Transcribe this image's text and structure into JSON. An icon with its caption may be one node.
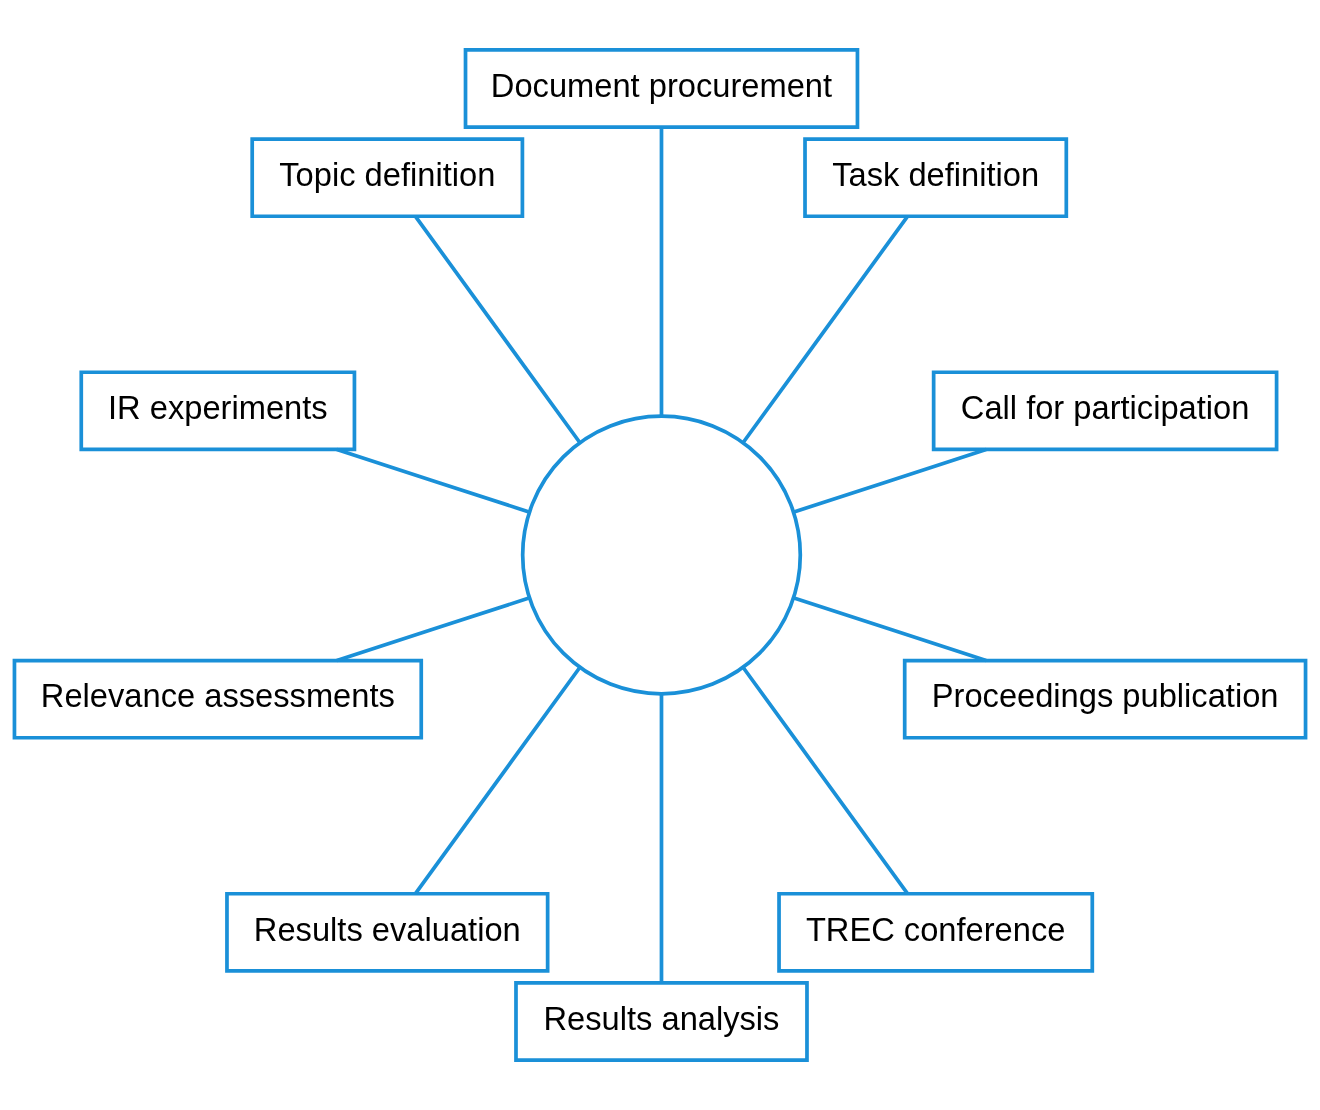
{
  "diagram": {
    "nodes": [
      {
        "text": [
          "Call for participation"
        ]
      },
      {
        "text": [
          "Task definition"
        ]
      },
      {
        "text": [
          "Document procurement"
        ]
      },
      {
        "text": [
          "Topic definition"
        ]
      },
      {
        "text": [
          "IR experiments"
        ]
      },
      {
        "text": [
          "Relevance assessments"
        ]
      },
      {
        "text": [
          "Results evaluation"
        ]
      },
      {
        "text": [
          "Results analysis"
        ]
      },
      {
        "text": [
          "TREC conference"
        ]
      },
      {
        "text": [
          "Proceedings publication"
        ]
      },
      {
        "text": [],
        "shape": "circle"
      }
    ],
    "edges": [
      {
        "from": 10,
        "to": 0,
        "arrow": "none"
      },
      {
        "from": 10,
        "to": 1,
        "arrow": "none"
      },
      {
        "from": 10,
        "to": 2,
        "arrow": "none"
      },
      {
        "from": 10,
        "to": 3,
        "arrow": "none"
      },
      {
        "from": 10,
        "to": 4,
        "arrow": "none"
      },
      {
        "from": 10,
        "to": 5,
        "arrow": "none"
      },
      {
        "from": 10,
        "to": 6,
        "arrow": "none"
      },
      {
        "from": 10,
        "to": 7,
        "arrow": "none"
      },
      {
        "from": 10,
        "to": 8,
        "arrow": "none"
      },
      {
        "from": 10,
        "to": 9,
        "arrow": "none"
      }
    ]
  }
}
